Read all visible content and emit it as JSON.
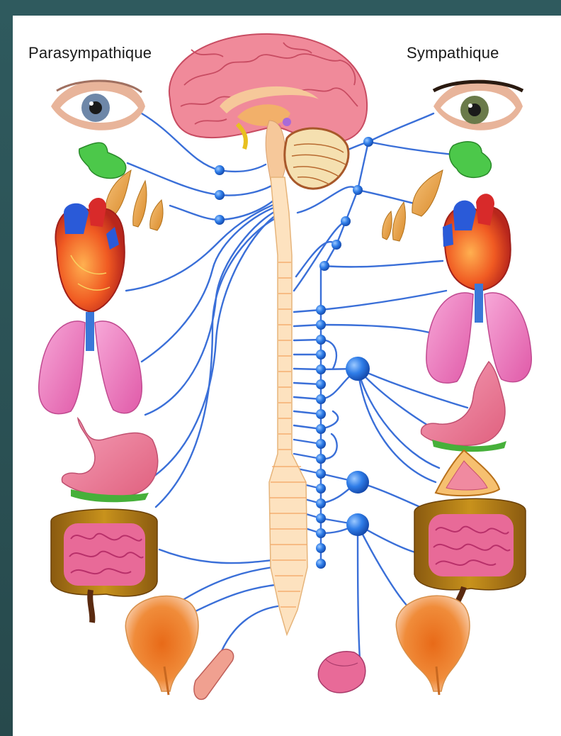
{
  "labels": {
    "parasympathetic": "Parasympathique",
    "sympathetic": "Sympathique"
  },
  "colors": {
    "background": "#2d5558",
    "panel": "#ffffff",
    "nerve": "#3a6fd8",
    "ganglion": "#2f7de8",
    "spinal_cord": "#fde2bf",
    "brain": "#f08a9a"
  },
  "organs": [
    "eye-left",
    "eye-right",
    "lacrimal-gland-left",
    "lacrimal-gland-right",
    "salivary-glands-left",
    "salivary-glands-right",
    "heart-left",
    "heart-right",
    "lungs-left",
    "lungs-right",
    "stomach-left",
    "stomach-right",
    "pancreas-right",
    "intestine-left",
    "intestine-right",
    "bladder-left",
    "bladder-right",
    "genitals-left",
    "genitals-right"
  ]
}
